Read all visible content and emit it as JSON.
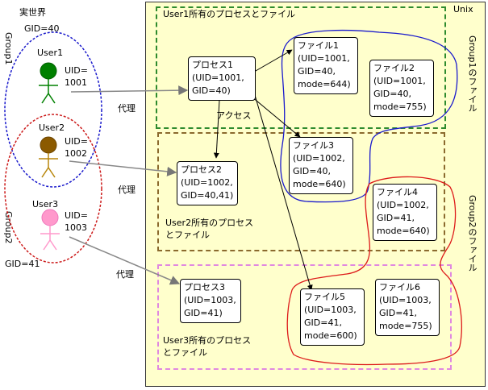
{
  "world": {
    "title": "実世界",
    "gid_group1": "GID=40",
    "gid_group2": "GID=41",
    "group1_label": "Group1",
    "group2_label": "Group2"
  },
  "users": [
    {
      "name": "User1",
      "uid": "UID=\n1001",
      "color": "#008000"
    },
    {
      "name": "User2",
      "uid": "UID=\n1002",
      "color": "#8b5a00"
    },
    {
      "name": "User3",
      "uid": "UID=\n1003",
      "color": "#ff99cc"
    }
  ],
  "proxy_label": "代理",
  "access_label": "アクセス",
  "unix": {
    "title": "Unix",
    "region_user1": "User1所有のプロセスとファイル",
    "region_user2": "User2所有のプロセス\nとファイル",
    "region_user3": "User3所有のプロセス\nとファイル",
    "group1_files": "Group1のファイル",
    "group2_files": "Group2のファイル"
  },
  "processes": [
    {
      "text": "プロセス1\n(UID=1001,\nGID=40)"
    },
    {
      "text": "プロセス2\n(UID=1002,\nGID=40,41)"
    },
    {
      "text": "プロセス3\n(UID=1003,\nGID=41)"
    }
  ],
  "files": [
    {
      "text": "ファイル1\n(UID=1001,\nGID=40,\nmode=644)"
    },
    {
      "text": "ファイル2\n(UID=1001,\nGID=40,\nmode=755)"
    },
    {
      "text": "ファイル3\n(UID=1002,\nGID=40,\nmode=640)"
    },
    {
      "text": "ファイル4\n(UID=1002,\nGID=41,\nmode=640)"
    },
    {
      "text": "ファイル5\n(UID=1003,\nGID=41,\nmode=600)"
    },
    {
      "text": "ファイル6\n(UID=1003,\nGID=41,\nmode=755)"
    }
  ]
}
